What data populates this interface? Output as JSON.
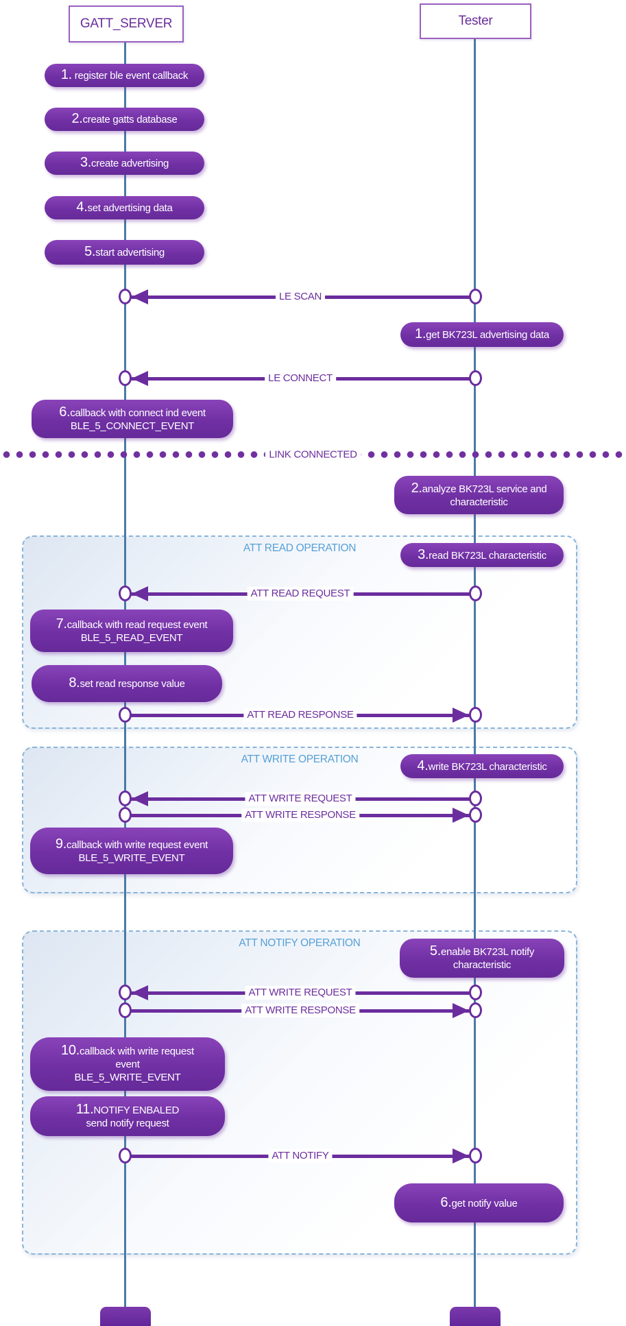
{
  "actors": {
    "left": {
      "label": "GATT_SERVER"
    },
    "right": {
      "label": "Tester"
    }
  },
  "steps": {
    "p1": {
      "num": "1.",
      "text": " register ble event callback"
    },
    "p2": {
      "num": "2.",
      "text": "create gatts database"
    },
    "p3": {
      "num": "3.",
      "text": "create advertising"
    },
    "p4": {
      "num": "4.",
      "text": "set advertising data"
    },
    "p5": {
      "num": "5.",
      "text": "start advertising"
    },
    "p6": {
      "num": "6.",
      "text": "callback with connect ind event\nBLE_5_CONNECT_EVENT"
    },
    "p7": {
      "num": "7.",
      "text": "callback with read request event\nBLE_5_READ_EVENT"
    },
    "p8": {
      "num": "8.",
      "text": "set read response value"
    },
    "p9": {
      "num": "9.",
      "text": "callback with write request event\nBLE_5_WRITE_EVENT"
    },
    "p10": {
      "num": "10.",
      "text": "callback with write request\nevent\nBLE_5_WRITE_EVENT"
    },
    "p11": {
      "num": "11.",
      "text": "NOTIFY ENBALED\nsend notify request"
    },
    "t1": {
      "num": "1.",
      "text": "get BK723L advertising data"
    },
    "t2": {
      "num": "2.",
      "text": "analyze BK723L service and\ncharacteristic"
    },
    "t3": {
      "num": "3.",
      "text": "read BK723L characteristic"
    },
    "t4": {
      "num": "4.",
      "text": "write BK723L characteristic"
    },
    "t5": {
      "num": "5.",
      "text": "enable BK723L notify\ncharacteristic"
    },
    "t6": {
      "num": "6.",
      "text": "get notify value"
    }
  },
  "messages": {
    "le_scan": {
      "label": "LE SCAN",
      "direction": "to-gatt-server"
    },
    "le_connect": {
      "label": "LE CONNECT",
      "direction": "to-gatt-server"
    },
    "read_request": {
      "label": "ATT READ REQUEST",
      "direction": "to-gatt-server"
    },
    "read_response": {
      "label": "ATT READ RESPONSE",
      "direction": "to-tester"
    },
    "write_request": {
      "label": "ATT WRITE REQUEST",
      "direction": "to-gatt-server"
    },
    "write_response": {
      "label": "ATT WRITE RESPONSE",
      "direction": "to-tester"
    },
    "write_request2": {
      "label": "ATT WRITE REQUEST",
      "direction": "to-gatt-server"
    },
    "write_response2": {
      "label": "ATT WRITE RESPONSE",
      "direction": "to-tester"
    },
    "att_notify": {
      "label": "ATT NOTIFY",
      "direction": "to-tester"
    }
  },
  "groups": {
    "read": {
      "label": "ATT READ OPERATION"
    },
    "write": {
      "label": "ATT WRITE OPERATION"
    },
    "notify": {
      "label": "ATT NOTIFY OPERATION"
    }
  },
  "divider": {
    "label": "LINK CONNECTED"
  },
  "colors": {
    "pill_purple": "#7030a4",
    "arrow_purple": "#6b2d9e",
    "lifeline_blue": "#4a7aa5",
    "group_border_blue": "#8ab4d8",
    "group_label_blue": "#56a0d6",
    "actor_text_purple": "#6a2d9a"
  }
}
